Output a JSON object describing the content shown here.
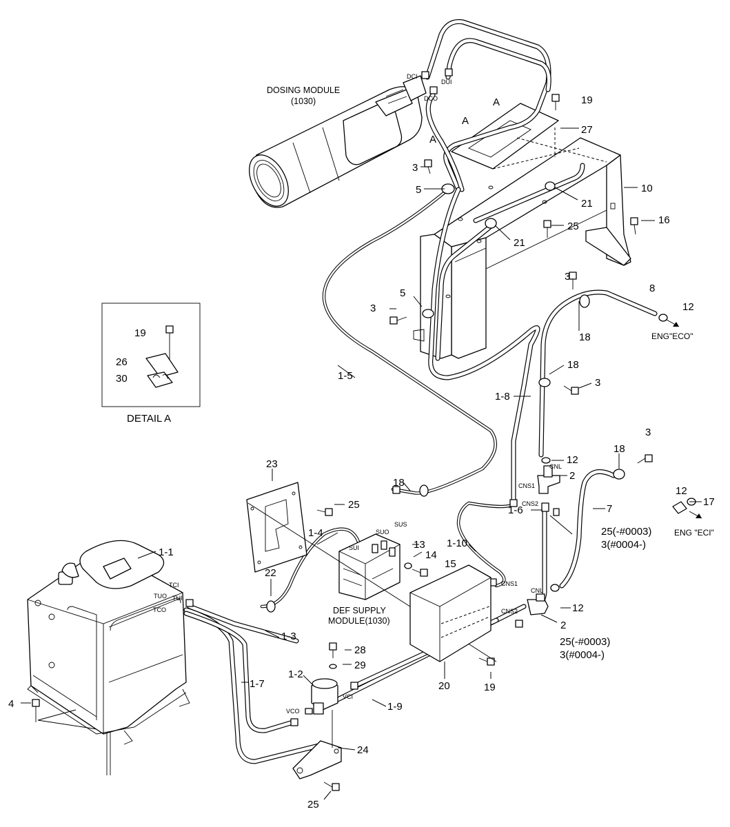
{
  "labels": {
    "dosing_module": "DOSING MODULE",
    "dosing_module_code": "(1030)",
    "def_supply_1": "DEF SUPPLY",
    "def_supply_2": "MODULE(1030)",
    "detail_a": "DETAIL A",
    "eng_eco": "ENG\"ECO\"",
    "eng_eci": "ENG \"ECI\"",
    "var_a_1": "25(-#0003)",
    "var_a_2": "3(#0004-)",
    "var_b_1": "25(-#0003)",
    "var_b_2": "3(#0004-)",
    "a1": "A",
    "a2": "A",
    "a3": "A"
  },
  "ports": {
    "dci": "DCI",
    "dui": "DUI",
    "dco": "DCO",
    "sui": "SUI",
    "suo": "SUO",
    "sus": "SUS",
    "tci": "TCI",
    "tui": "TUI",
    "tuo": "TUO",
    "tco": "TCO",
    "vco": "VCO",
    "vci": "VCI",
    "cns1_a": "CNS1",
    "cns2_a": "CNS2",
    "cnl_a": "CNL",
    "cns1_b": "CNS1",
    "cns2_b": "CNS2",
    "cnl_b": "CNL"
  },
  "callouts": {
    "p19_top": "19",
    "p27": "27",
    "p3_a": "3",
    "p5_a": "5",
    "p21_a": "21",
    "p10": "10",
    "p16": "16",
    "p25_a": "25",
    "p21_b": "21",
    "p3_b": "3",
    "p8": "8",
    "p12_a": "12",
    "p5_b": "5",
    "p3_c": "3",
    "p18_a": "18",
    "p18_b": "18",
    "p3_d": "3",
    "p1_5": "1-5",
    "p1_8": "1-8",
    "p19_d": "19",
    "p26": "26",
    "p30": "30",
    "p3_e": "3",
    "p18_c": "18",
    "p12_b": "12",
    "p2_a": "2",
    "p12_c": "12",
    "p17": "17",
    "p7": "7",
    "p23": "23",
    "p25_b": "25",
    "p18_d": "18",
    "p1_6": "1-6",
    "p1_4": "1-4",
    "p13": "13",
    "p14": "14",
    "p15": "15",
    "p1_10": "1-10",
    "p1_1": "1-1",
    "p22": "22",
    "p1_3": "1-3",
    "p12_d": "12",
    "p2_b": "2",
    "p28": "28",
    "p29": "29",
    "p1_2": "1-2",
    "p1_7": "1-7",
    "p1_9": "1-9",
    "p20": "20",
    "p19_e": "19",
    "p4": "4",
    "p24": "24",
    "p25_c": "25"
  }
}
